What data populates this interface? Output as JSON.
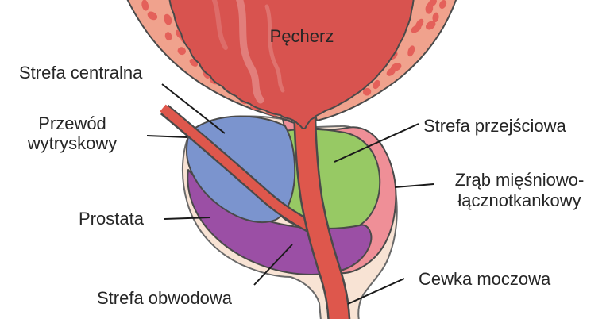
{
  "diagram": {
    "title": "Prostate anatomy diagram (Polish)",
    "labels": {
      "bladder": "Pęcherz",
      "central_zone": "Strefa centralna",
      "ejaculatory_duct": "Przewód wytryskowy",
      "transition_zone": "Strefa przejściowa",
      "stroma": "Zrąb mięśniowo-łącznotkankowy",
      "prostate": "Prostata",
      "peripheral_zone": "Strefa obwodowa",
      "urethra": "Cewka moczowa"
    },
    "colors": {
      "bladder_interior": "#d8534f",
      "bladder_wall": "#f0a28d",
      "wall_blob": "#e4605a",
      "capsule": "#f8e3d4",
      "stroma_pink": "#ef8f97",
      "central_blue": "#7b94ce",
      "transition_green": "#97c964",
      "peripheral_purple": "#9b4fa5",
      "duct_red": "#de574c",
      "outline": "#4a4a4a",
      "capsule_outline": "#6a6a6a",
      "label_text": "#262626",
      "leader_line": "#1a1a1a"
    }
  }
}
